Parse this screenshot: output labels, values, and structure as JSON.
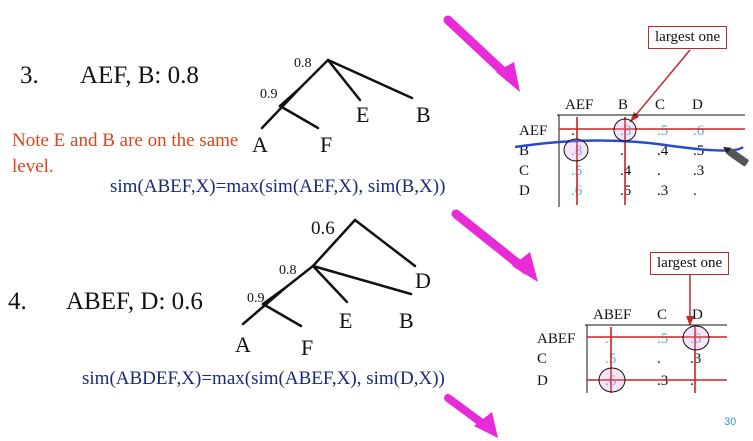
{
  "colors": {
    "arrow": "#e82ad8",
    "callout_border": "#c0282e",
    "note_text": "#d9461a",
    "formula_text": "#1a2a7a",
    "cyan_value": "#4fb4e8",
    "red_line": "#d42020",
    "blue_line": "#2a4bd0",
    "page_number": "#3a8fd0"
  },
  "step3": {
    "number": "3.",
    "label": "AEF, B: 0.8",
    "note": "Note E and B are on the same level.",
    "formula": "sim(ABEF,X)=max(sim(AEF,X), sim(B,X))",
    "tree": {
      "heights": [
        "0.8",
        "0.9"
      ],
      "leaves": [
        "A",
        "F",
        "E",
        "B"
      ]
    },
    "callout": "largest one",
    "matrix": {
      "columns": [
        "AEF",
        "B",
        "C",
        "D"
      ],
      "rows": [
        {
          "label": "AEF",
          "cells": [
            ".",
            ".8",
            ".5",
            ".6"
          ]
        },
        {
          "label": "B",
          "cells": [
            ".8",
            ".",
            ".4",
            ".5"
          ]
        },
        {
          "label": "C",
          "cells": [
            ".5",
            ".4",
            ".",
            ".3"
          ]
        },
        {
          "label": "D",
          "cells": [
            ".6",
            ".5",
            ".3",
            "."
          ]
        }
      ]
    }
  },
  "step4": {
    "number": "4.",
    "label": "ABEF, D: 0.6",
    "formula": "sim(ABDEF,X)=max(sim(ABEF,X), sim(D,X))",
    "tree": {
      "heights": [
        "0.6",
        "0.8",
        "0.9"
      ],
      "leaves": [
        "A",
        "F",
        "E",
        "B",
        "D"
      ]
    },
    "callout": "largest one",
    "matrix": {
      "columns": [
        "ABEF",
        "C",
        "D"
      ],
      "rows": [
        {
          "label": "ABEF",
          "cells": [
            ".",
            ".5",
            ".6"
          ]
        },
        {
          "label": "C",
          "cells": [
            ".5",
            ".",
            ".3"
          ]
        },
        {
          "label": "D",
          "cells": [
            ".6",
            ".3",
            "."
          ]
        }
      ]
    }
  },
  "page_number": "30"
}
